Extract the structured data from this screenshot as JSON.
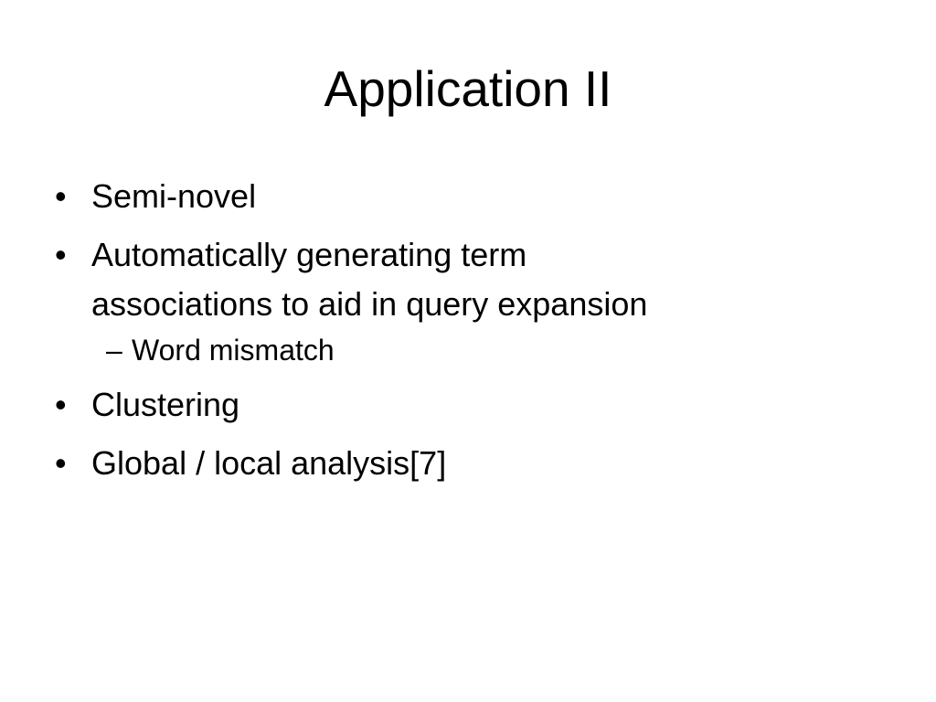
{
  "slide": {
    "title": "Application II",
    "bullets": [
      {
        "marker": "•",
        "text": "Semi-novel"
      },
      {
        "marker": "•",
        "text_line1": "Automatically generating term",
        "text_line2": "associations to aid in query expansion",
        "sub": [
          {
            "marker": "–",
            "text": "Word mismatch"
          }
        ]
      },
      {
        "marker": "•",
        "text": "Clustering"
      },
      {
        "marker": "•",
        "text": "Global / local analysis[7]"
      }
    ]
  }
}
